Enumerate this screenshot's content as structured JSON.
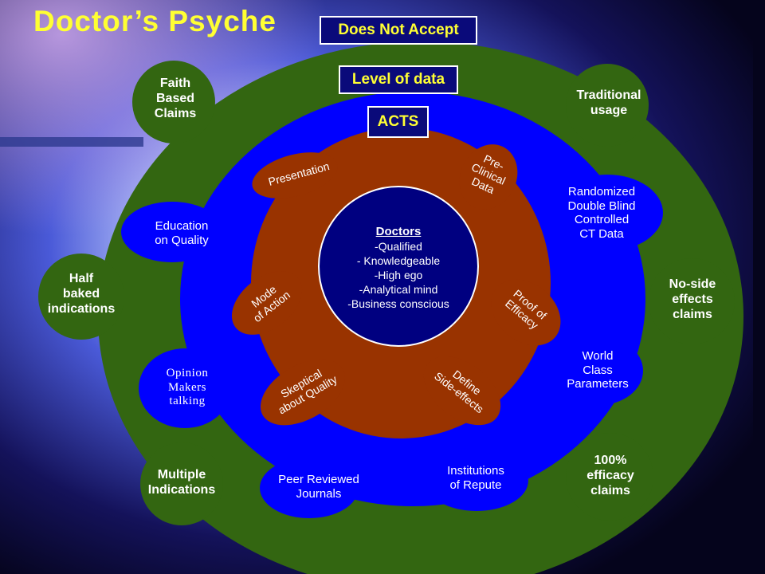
{
  "title": "Doctor’s Psyche",
  "headers": {
    "does_not_accept": "Does Not Accept",
    "level_of_data": "Level of data",
    "acts": "ACTS"
  },
  "center": {
    "heading": "Doctors",
    "traits": [
      "-Qualified",
      "- Knowledgeable",
      "-High ego",
      "-Analytical mind",
      "-Business conscious"
    ]
  },
  "does_not_accept_items": {
    "faith_based_claims": "Faith\nBased\nClaims",
    "traditional_usage": "Traditional\nusage",
    "half_baked_indications": "Half\nbaked\nindications",
    "no_side_effects_claims": "No-side\neffects\nclaims",
    "multiple_indications": "Multiple\nIndications",
    "efficacy_claims": "100%\nefficacy\nclaims"
  },
  "level_of_data_items": {
    "randomized_ct_data": "Randomized\nDouble Blind\nControlled\nCT Data",
    "education_on_quality": "Education\non Quality",
    "world_class_parameters": "World\nClass\nParameters",
    "opinion_makers_talking": "Opinion\nMakers\ntalking",
    "peer_reviewed_journals": "Peer Reviewed\nJournals",
    "institutions_of_repute": "Institutions\nof Repute"
  },
  "acts_items": {
    "presentation": "Presentation",
    "pre_clinical_data": "Pre-\nClinical\nData",
    "mode_of_action": "Mode\nof Action",
    "proof_of_efficacy": "Proof of\nEfficacy",
    "skeptical_about_quality": "Skeptical\nabout Quality",
    "define_side_effects": "Define\nSide-effects"
  },
  "colors": {
    "outer_ring": "#336611",
    "middle_ring": "#0000ff",
    "inner_ring": "#993300",
    "core": "#000080",
    "title": "#ffff33",
    "header_box": "#0a0a7a"
  }
}
